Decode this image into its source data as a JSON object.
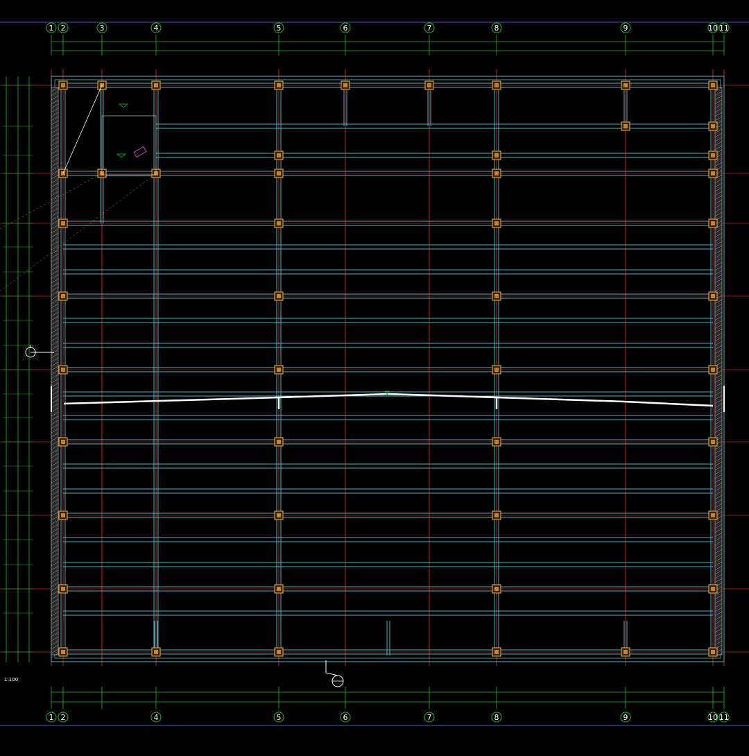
{
  "drawing": {
    "scale_note": "1:100",
    "bubble_marker": "1"
  },
  "axes_top": [
    "1",
    "2",
    "3",
    "4",
    "5",
    "6",
    "7",
    "8",
    "9",
    "10",
    "11"
  ],
  "axes_bottom": [
    "1",
    "2",
    "4",
    "5",
    "6",
    "7",
    "8",
    "9",
    "10",
    "11"
  ],
  "colors": {
    "background": "#000000",
    "grid_axis": "#cc1f1f",
    "beam": "#46b8c8",
    "dimension": "#19c219",
    "column": "#d4a020",
    "wall": "#9a9a9a",
    "border": "#3a5fc8",
    "ridge": "#ffffff",
    "tag": "#d23cd2"
  }
}
